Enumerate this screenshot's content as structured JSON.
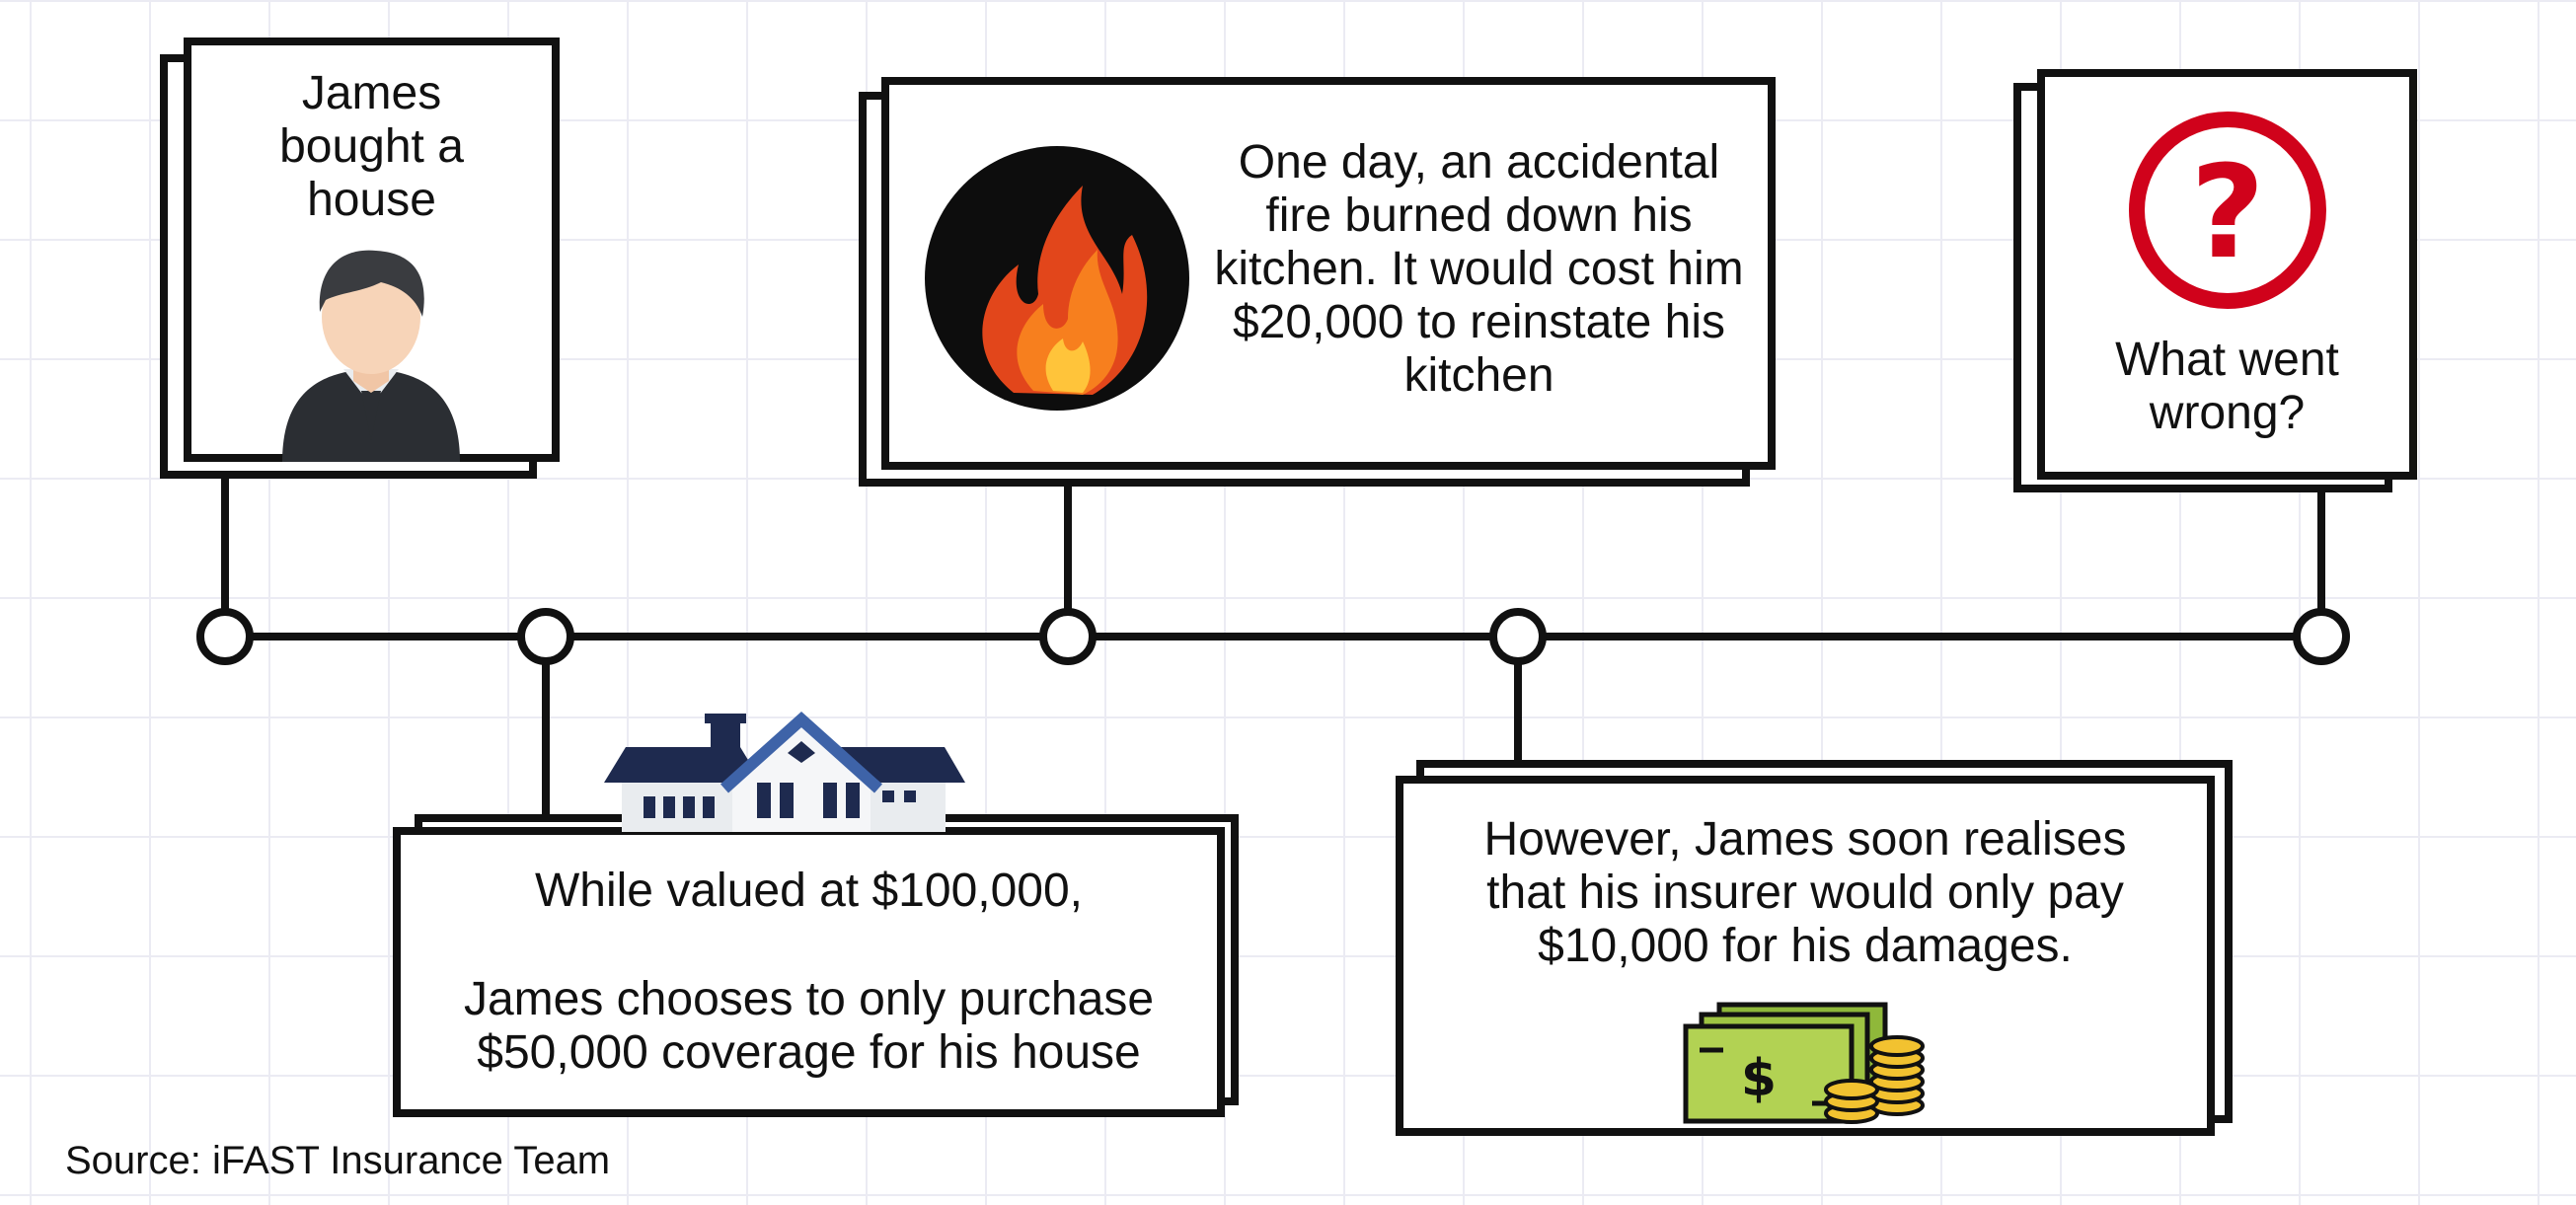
{
  "timeline": {
    "events": [
      {
        "id": "bought-house",
        "text": "James bought a house",
        "icon": "businessman-icon"
      },
      {
        "id": "coverage",
        "text_line1": "While valued at $100,000,",
        "text_line2": "James chooses to only purchase $50,000 coverage for his house",
        "icon": "house-icon"
      },
      {
        "id": "fire",
        "text": "One day, an accidental fire burned down his kitchen. It would cost him $20,000 to reinstate his kitchen",
        "icon": "fire-icon"
      },
      {
        "id": "payout",
        "text": "However, James soon realises that his insurer would only pay $10,000 for his damages.",
        "icon": "money-icon"
      },
      {
        "id": "question",
        "text": "What went wrong?",
        "icon_text": "?",
        "icon": "question-mark-icon"
      }
    ]
  },
  "source": "Source: iFAST Insurance Team",
  "colors": {
    "line": "#111111",
    "accent_red": "#d0021b",
    "house_roof": "#1e2a4f",
    "money_green": "#a8c94a",
    "coin_gold": "#f2c230"
  }
}
